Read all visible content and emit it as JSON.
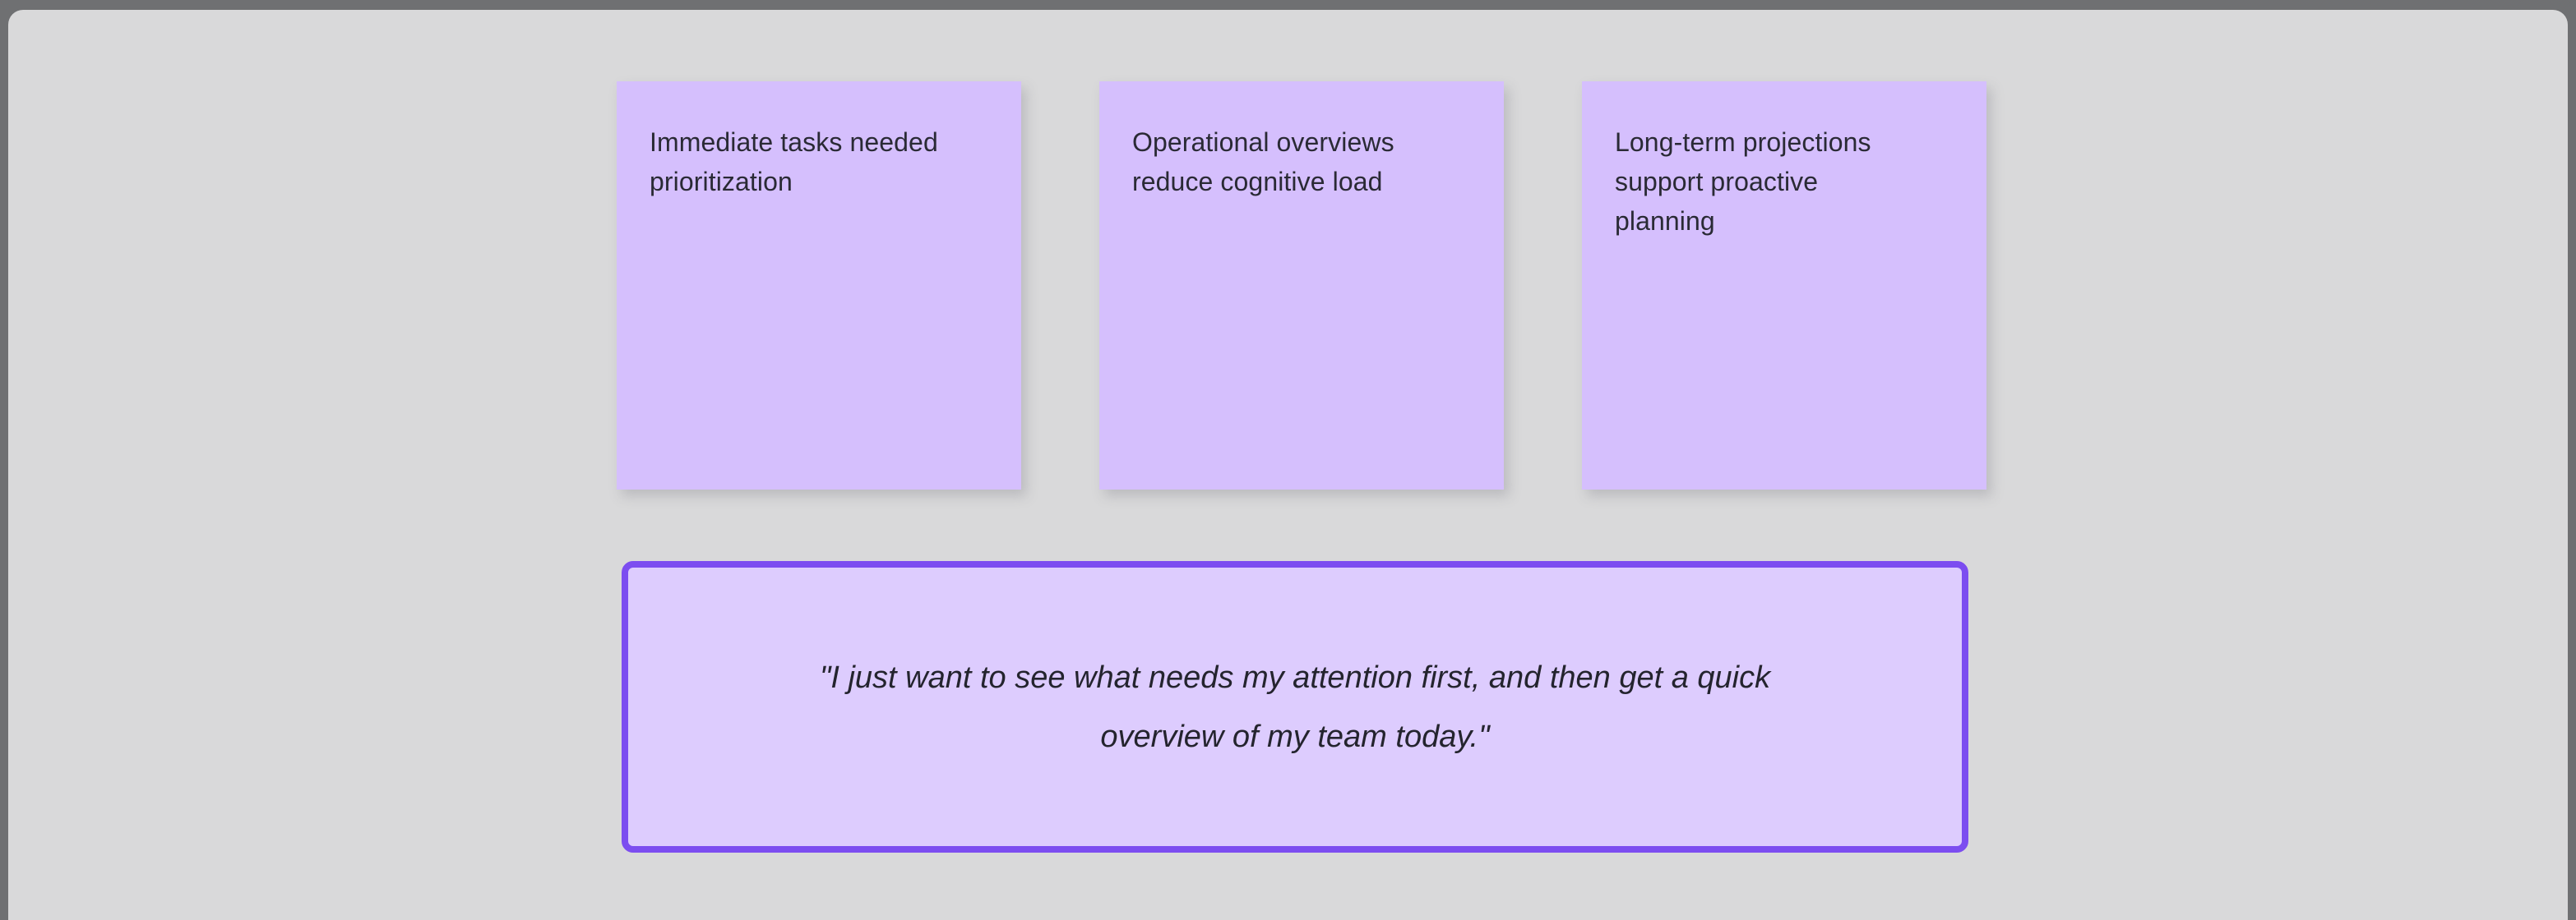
{
  "board": {
    "background_color": "#d9d9da",
    "frame_color": "#6f7072"
  },
  "cards": {
    "fill_color": "#d5bffd",
    "text_color": "#2a2a35",
    "items": [
      {
        "text": "Immediate tasks needed\nprioritization"
      },
      {
        "text": "Operational overviews\nreduce cognitive load"
      },
      {
        "text": "Long-term projections\nsupport proactive\nplanning"
      }
    ]
  },
  "quote": {
    "fill_color": "#ddccfe",
    "border_color": "#7c4df0",
    "text": "\"I just want to see what needs my attention first, and then get a quick\noverview of my team today.\""
  }
}
